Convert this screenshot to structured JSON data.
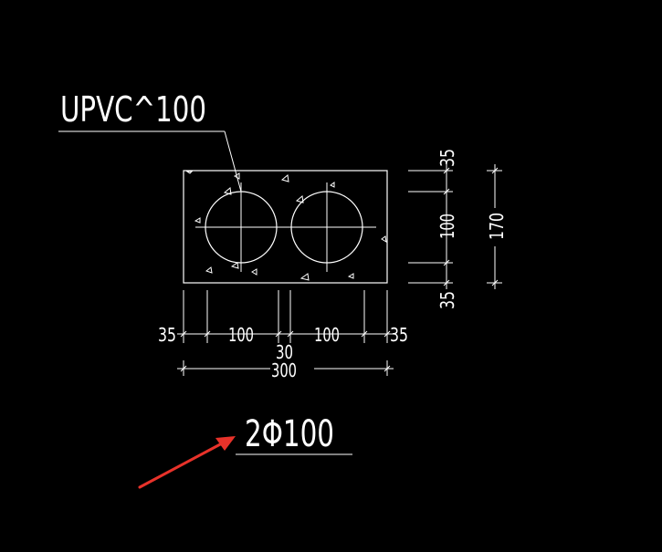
{
  "drawing": {
    "pipe_label": "UPVC^100",
    "pipe_spec": "2Φ100",
    "dims_horizontal": {
      "left_margin": "35",
      "pipe_1": "100",
      "gap": "30",
      "pipe_2": "100",
      "right_margin": "35",
      "total": "300"
    },
    "dims_vertical": {
      "top_margin": "35",
      "pipe": "100",
      "bottom_margin": "35",
      "total": "170"
    }
  },
  "colors": {
    "background": "#000000",
    "linework": "#ffffff",
    "annotation_arrow": "#e8322a"
  }
}
